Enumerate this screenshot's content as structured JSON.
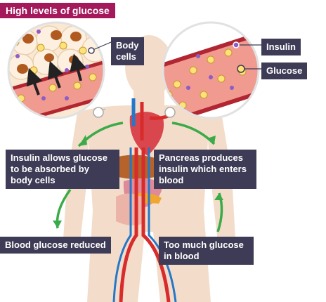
{
  "title": "High levels of glucose",
  "labels": {
    "body_cells": [
      "Body",
      "cells"
    ],
    "insulin": "Insulin",
    "glucose": "Glucose",
    "insulin_allows": [
      "Insulin allows glucose",
      "to be absorbed by",
      "body cells"
    ],
    "pancreas": [
      "Pancreas produces",
      "insulin which enters",
      "blood"
    ],
    "blood_reduced": "Blood glucose reduced",
    "too_much": [
      "Too much glucose",
      "in blood"
    ]
  },
  "colors": {
    "title_bg": "#a3195b",
    "label_bg": "#3d3b55",
    "body_skin": "#f3ddca",
    "blood_vessel": "#f09a90",
    "vessel_wall": "#b12631",
    "glucose": "#fde27a",
    "insulin": "#8c5cc7",
    "cycle_arrow": "#3bab49",
    "artery": "#d82b2b",
    "vein": "#2477c9"
  }
}
